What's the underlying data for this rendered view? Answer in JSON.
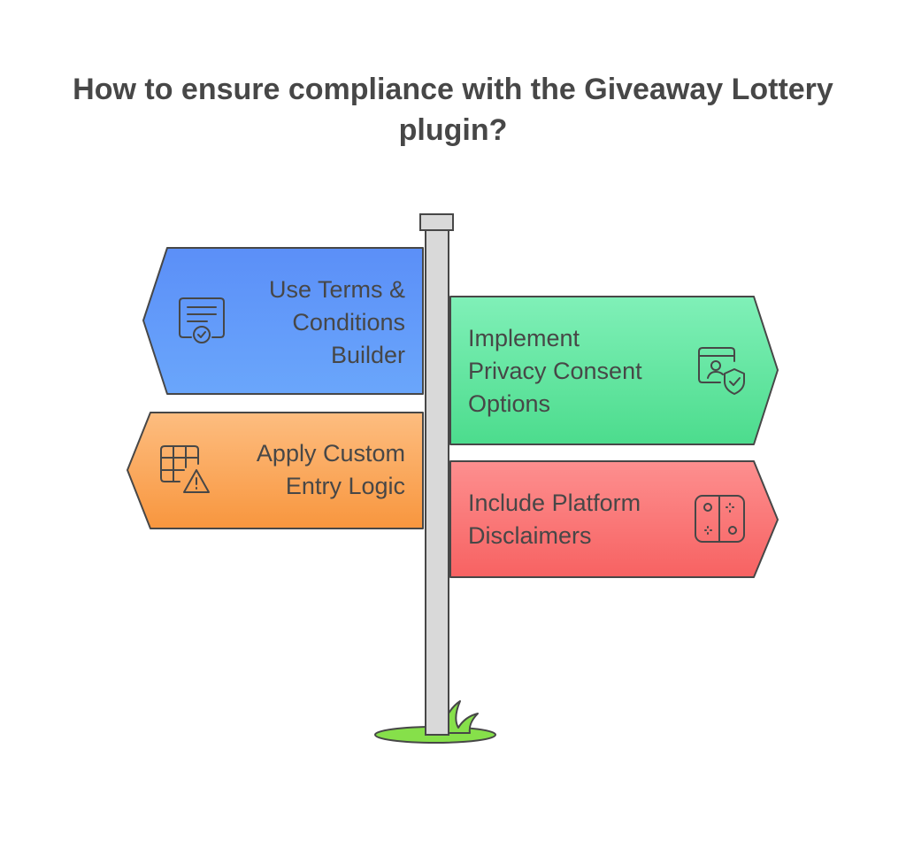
{
  "title": {
    "line1": "How to ensure compliance with the Giveaway Lottery",
    "line2": "plugin?"
  },
  "signs": {
    "terms": {
      "lines": [
        "Use Terms &",
        "Conditions",
        "Builder"
      ],
      "icon": "certificate-icon",
      "colors": [
        "#5b8ff8",
        "#6aa6fb"
      ]
    },
    "privacy": {
      "lines": [
        "Implement",
        "Privacy Consent",
        "Options"
      ],
      "icon": "user-shield-icon",
      "colors": [
        "#7ff0b6",
        "#4fdc8f"
      ]
    },
    "entry": {
      "lines": [
        "Apply Custom",
        "Entry Logic"
      ],
      "icon": "grid-warning-icon",
      "colors": [
        "#fdbb7c",
        "#f8973f"
      ]
    },
    "disclaimers": {
      "lines": [
        "Include Platform",
        "Disclaimers"
      ],
      "icon": "gamepad-icon",
      "colors": [
        "#fd8c8c",
        "#f86464"
      ]
    }
  },
  "colors": {
    "outline": "#474747",
    "post": "#d9d9d9",
    "grass": "#86e04a"
  }
}
